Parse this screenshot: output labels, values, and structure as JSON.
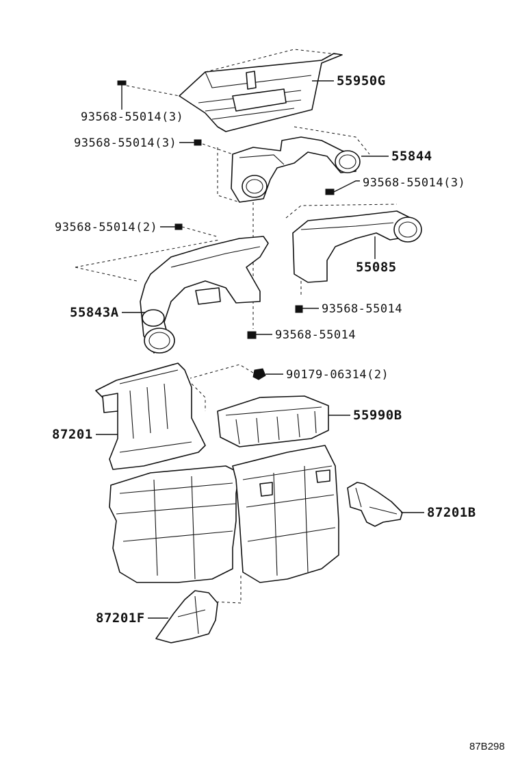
{
  "parts": {
    "p55950G": "55950G",
    "p55844": "55844",
    "p55085": "55085",
    "p55843A": "55843A",
    "p87201": "87201",
    "p55990B": "55990B",
    "p87201B": "87201B",
    "p87201F": "87201F"
  },
  "fasteners": {
    "f1": "93568-55014(3)",
    "f2": "93568-55014(3)",
    "f3": "93568-55014(3)",
    "f4": "93568-55014(2)",
    "f5": "93568-55014",
    "f6": "93568-55014",
    "f7": "90179-06314(2)"
  },
  "diagram_code": "87B298"
}
